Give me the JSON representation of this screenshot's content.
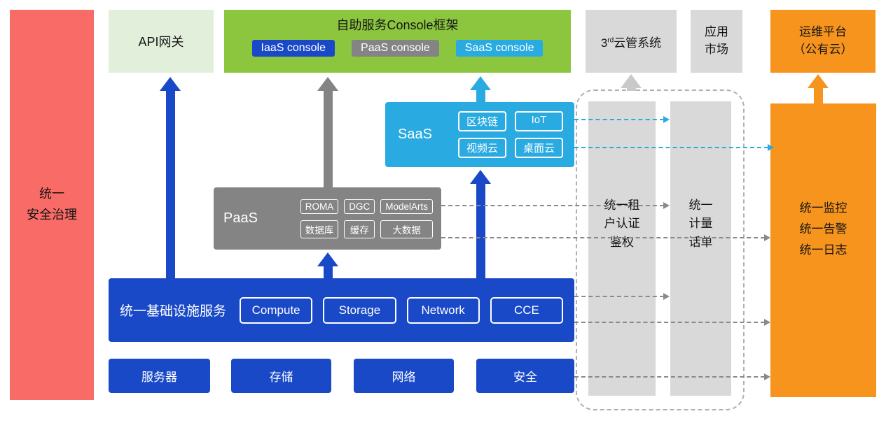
{
  "colors": {
    "red": "#F96B66",
    "light_green": "#E2EFDA",
    "green": "#8CC63F",
    "blue": "#1A49C8",
    "gray": "#848484",
    "cyan": "#29ABE2",
    "light_gray": "#D9D9D9",
    "orange": "#F7941D",
    "dash_gray": "#8a8a8a",
    "arrow_light_gray": "#c9c9c9"
  },
  "security_bar": {
    "label": "统一\n安全治理"
  },
  "api_gateway": {
    "label": "API网关"
  },
  "console_frame": {
    "title": "自助服务Console框架",
    "consoles": [
      {
        "label": "IaaS console"
      },
      {
        "label": "PaaS console"
      },
      {
        "label": "SaaS console"
      }
    ]
  },
  "third_party_cloud": {
    "prefix": "3",
    "superscript": "rd",
    "suffix": "云管系统"
  },
  "app_market": {
    "label": "应用\n市场"
  },
  "ops_platform": {
    "label": "运维平台\n（公有云）"
  },
  "saas": {
    "label": "SaaS",
    "items": [
      "区块链",
      "IoT",
      "视频云",
      "桌面云"
    ]
  },
  "paas": {
    "label": "PaaS",
    "items": [
      "ROMA",
      "DGC",
      "ModelArts",
      "数据库",
      "缓存",
      "大数据"
    ]
  },
  "infrastructure": {
    "label": "统一基础设施服务",
    "items": [
      "Compute",
      "Storage",
      "Network",
      "CCE"
    ]
  },
  "hardware": {
    "items": [
      "服务器",
      "存储",
      "网络",
      "安全"
    ]
  },
  "auth_bar": {
    "label": "统一租\n户认证\n鉴权"
  },
  "billing_bar": {
    "label": "统一\n计量\n话单"
  },
  "monitoring_bar": {
    "label": "统一监控\n统一告警\n统一日志"
  }
}
